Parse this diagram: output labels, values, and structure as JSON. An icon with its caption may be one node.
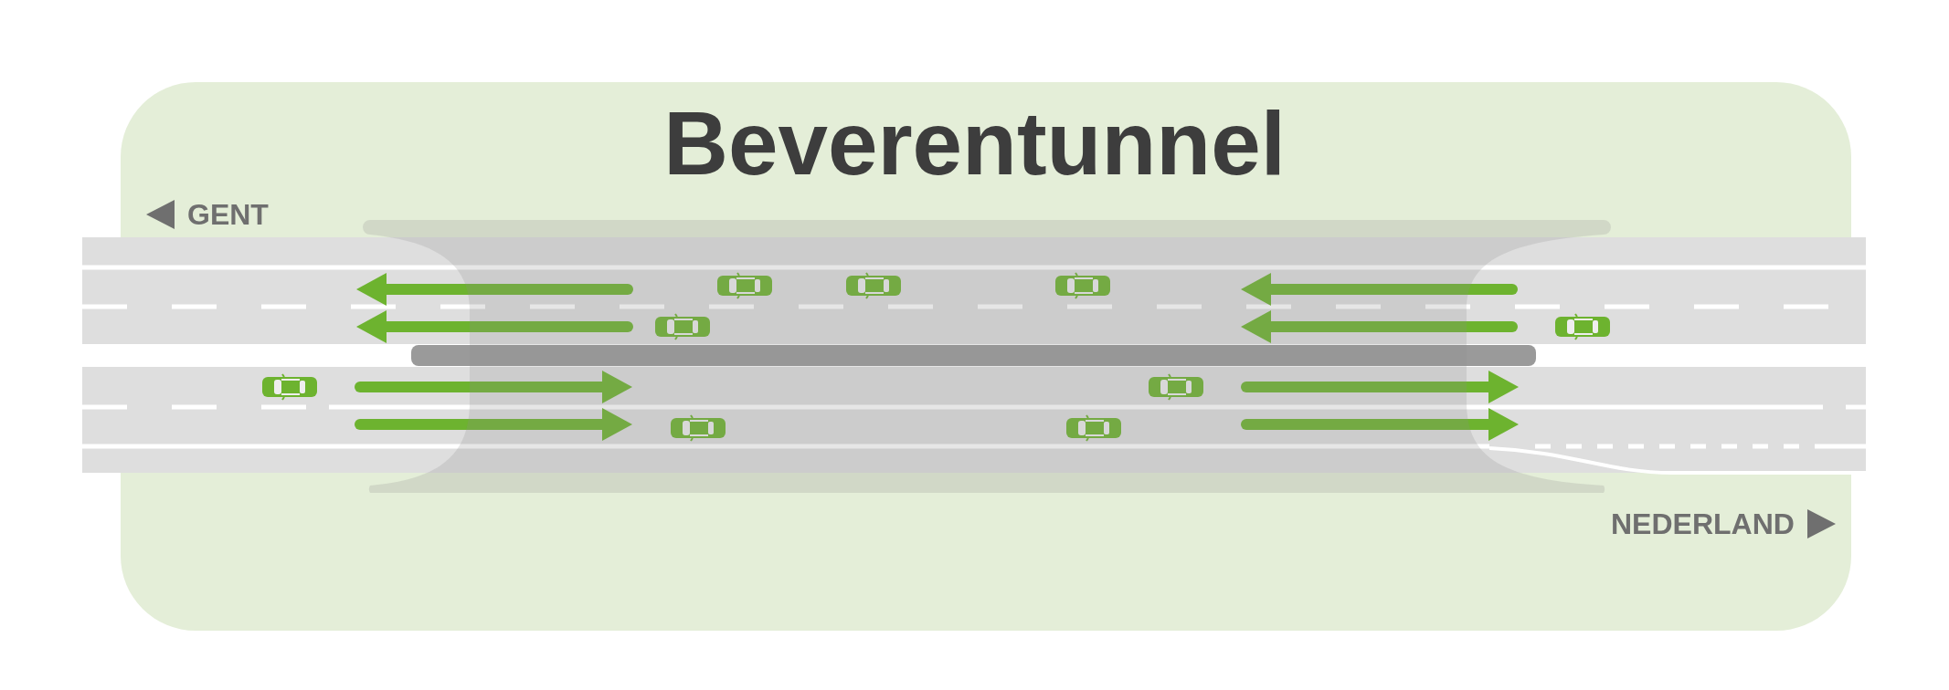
{
  "diagram": {
    "title": "Beverentunnel",
    "labels": [
      "GENT",
      "NEDERLAND"
    ]
  }
}
